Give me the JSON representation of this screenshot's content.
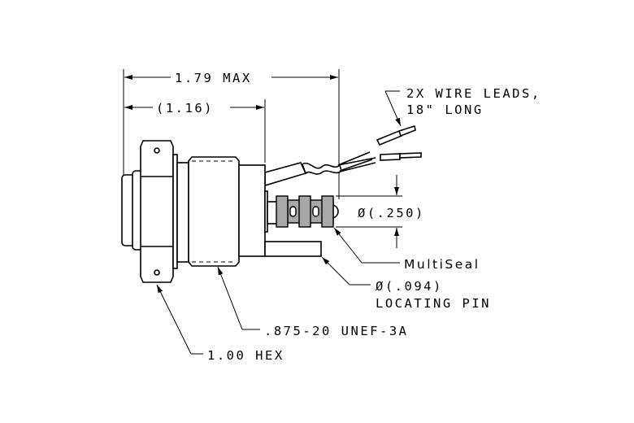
{
  "drawing": {
    "dimensions": {
      "overall_length": "1.79 MAX",
      "body_length": "(1.16)",
      "seal_diameter": "Ø(.250)"
    },
    "callouts": {
      "wire_leads_line1": "2X WIRE LEADS,",
      "wire_leads_line2": "18\" LONG",
      "multiseal": "MultiSeal",
      "locating_pin_line1": "Ø(.094)",
      "locating_pin_line2": "LOCATING PIN",
      "thread": ".875-20 UNEF-3A",
      "hex": "1.00 HEX"
    },
    "colors": {
      "line": "#000000",
      "seal_fill": "#a8a8a8"
    }
  }
}
